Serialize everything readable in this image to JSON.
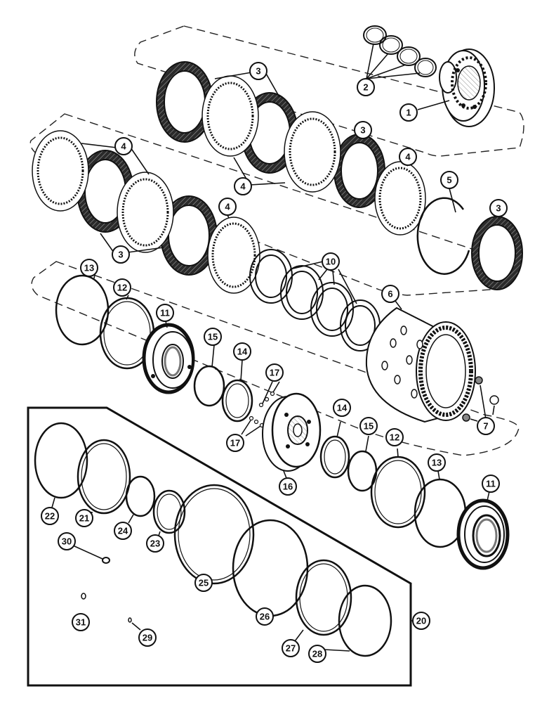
{
  "diagram": {
    "callouts": {
      "c1": "1",
      "c2": "2",
      "c3a": "3",
      "c3b": "3",
      "c3c": "3",
      "c3d": "3",
      "c4a": "4",
      "c4b": "4",
      "c4c": "4",
      "c4d": "4",
      "c5": "5",
      "c6": "6",
      "c7": "7",
      "c10": "10",
      "c11a": "11",
      "c11b": "11",
      "c12a": "12",
      "c12b": "12",
      "c13a": "13",
      "c13b": "13",
      "c14a": "14",
      "c14b": "14",
      "c15a": "15",
      "c15b": "15",
      "c16": "16",
      "c17a": "17",
      "c17b": "17",
      "c20": "20",
      "c21": "21",
      "c22": "22",
      "c23": "23",
      "c24": "24",
      "c25": "25",
      "c26": "26",
      "c27": "27",
      "c28": "28",
      "c29": "29",
      "c30": "30",
      "c31": "31"
    }
  }
}
